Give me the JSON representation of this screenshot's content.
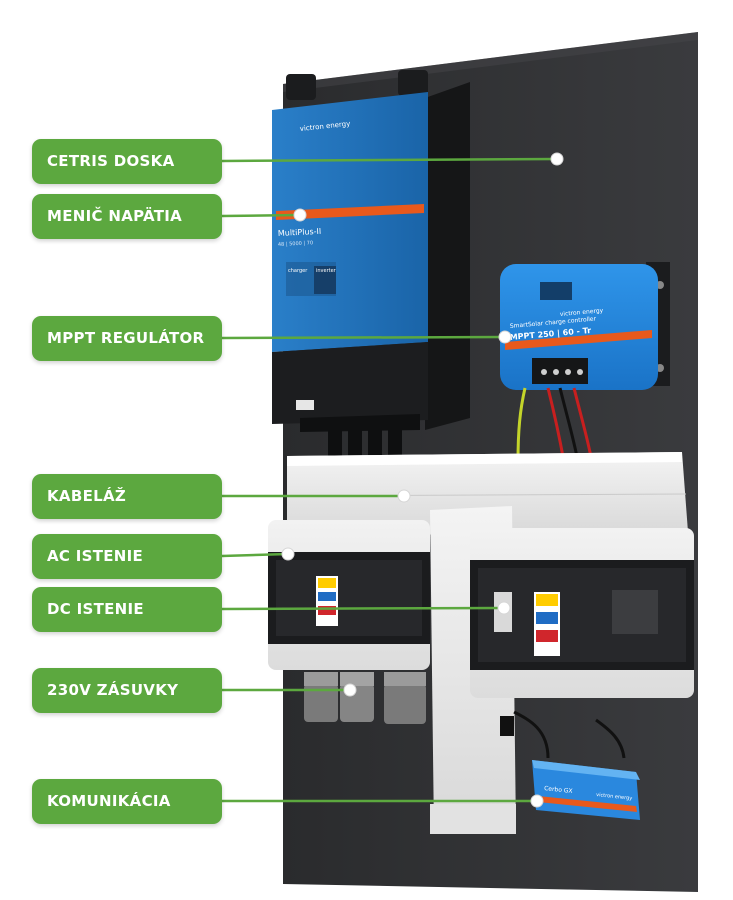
{
  "callouts": [
    {
      "label": "CETRIS DOSKA"
    },
    {
      "label": "MENIČ NAPÄTIA"
    },
    {
      "label": "MPPT REGULÁTOR"
    },
    {
      "label": "KABELÁŽ"
    },
    {
      "label": "AC ISTENIE"
    },
    {
      "label": "DC ISTENIE"
    },
    {
      "label": "230V ZÁSUVKY"
    },
    {
      "label": "KOMUNIKÁCIA"
    }
  ],
  "inverter": {
    "brand": "victron energy",
    "model": "MultiPlus-II",
    "sub": "48 | 5000 | 70",
    "charger": "charger",
    "inverter": "inverter"
  },
  "mppt": {
    "brand": "victron energy",
    "line": "SmartSolar charge controller",
    "model": "MPPT 250 | 60 - Tr"
  },
  "cerbo": {
    "brand": "victron energy",
    "model": "Cerbo GX"
  },
  "colors": {
    "label_green": "#5ca83f",
    "board": "#303133",
    "victron_blue": "#1f7fd4",
    "accent_orange": "#e8591c"
  }
}
